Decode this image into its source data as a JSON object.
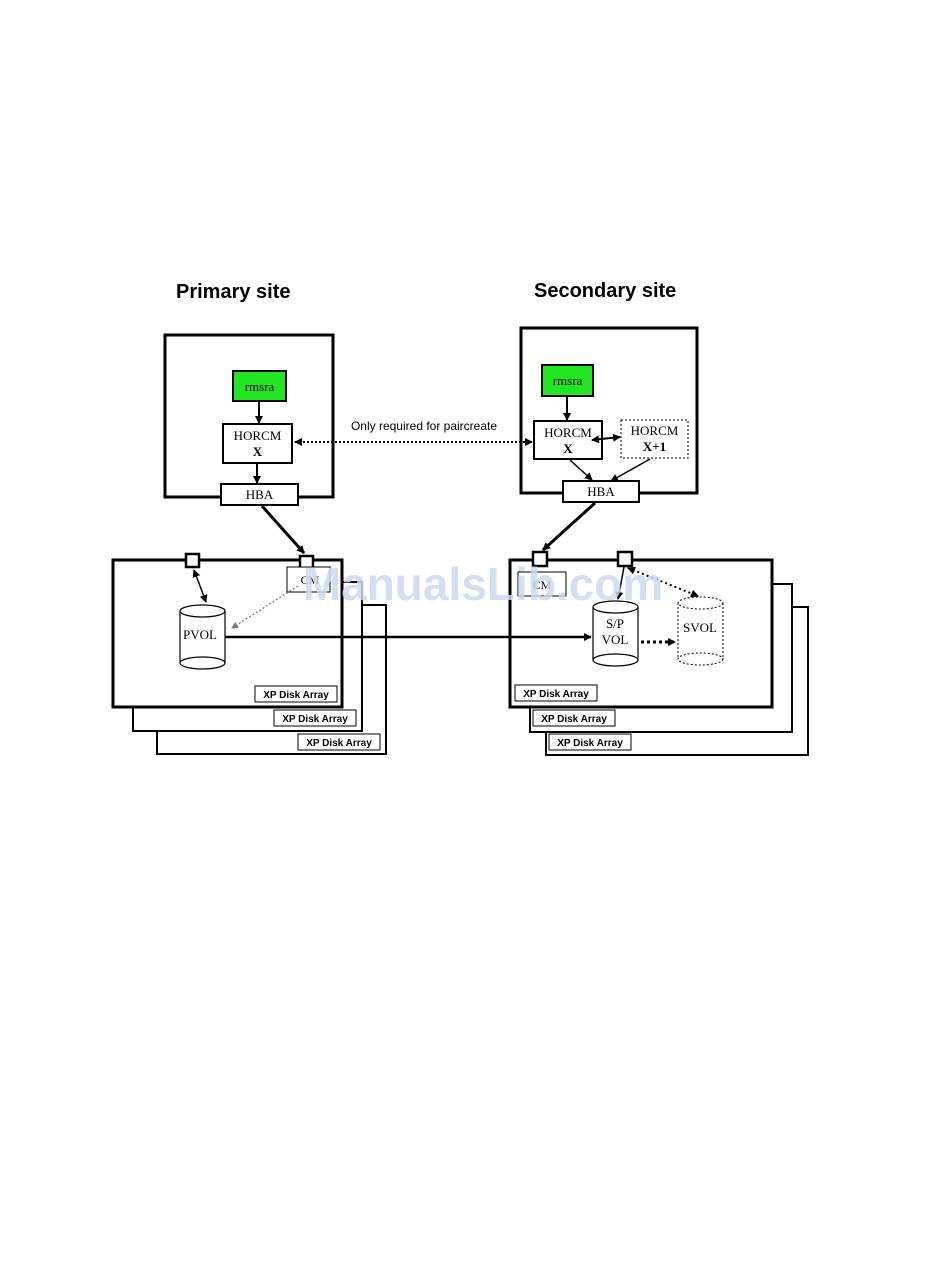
{
  "primary": {
    "title": "Primary site",
    "rmsra": "rmsra",
    "horcm_line1": "HORCM",
    "horcm_line2": "X",
    "hba": "HBA",
    "cm_partial": "CM",
    "pvol": "PVOL",
    "arrays": [
      "XP Disk Array",
      "XP Disk Array",
      "XP Disk Array"
    ]
  },
  "secondary": {
    "title": "Secondary site",
    "rmsra": "rmsra",
    "horcm_line1": "HORCM",
    "horcm_line2": "X",
    "horcm2_line1": "HORCM",
    "horcm2_line2": "X+1",
    "hba": "HBA",
    "cm_partial": "CM",
    "spvol_line1": "S/P",
    "spvol_line2": "VOL",
    "svol": "SVOL",
    "arrays": [
      "XP Disk Array",
      "XP Disk Array",
      "XP Disk Array"
    ]
  },
  "link_label": "Only required for paircreate",
  "watermark": "ManualsLib.com",
  "colors": {
    "rmsra_fill": "#22e622",
    "watermark": "#c9d9ee",
    "line": "#000000"
  }
}
